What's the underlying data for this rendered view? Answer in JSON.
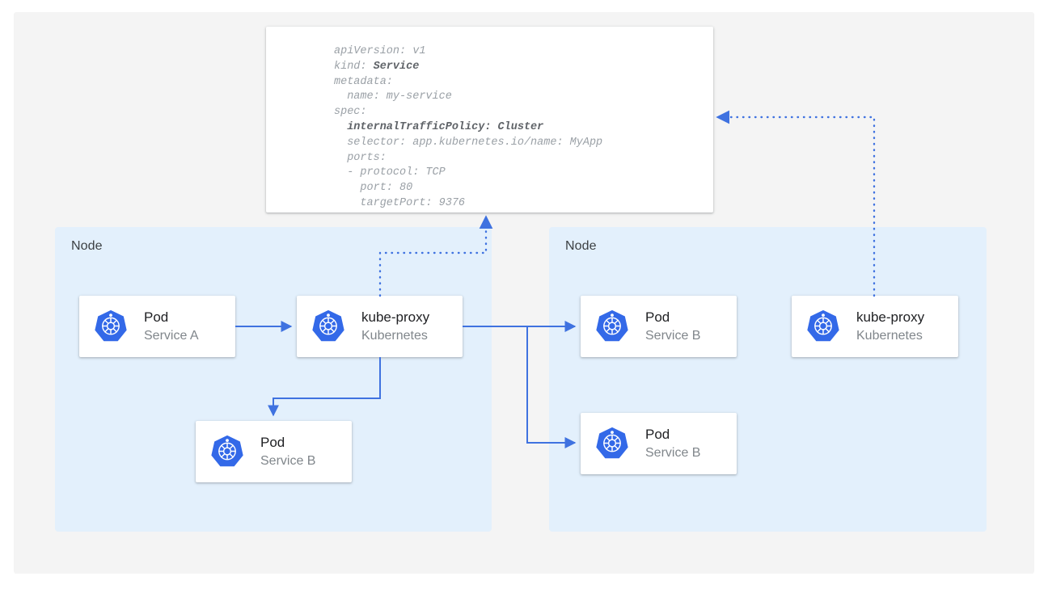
{
  "theme": {
    "canvas_bg": "#f4f4f4",
    "node_bg": "#e3f0fc",
    "card_bg": "#ffffff",
    "accent_blue": "#3f72e0",
    "k8s_blue": "#3369e8",
    "title_color": "#202124",
    "subtitle_color": "#80868b",
    "code_color": "#9aa0a6",
    "code_bold_color": "#5f6368"
  },
  "manifest": {
    "name": "service-yaml",
    "lines": [
      {
        "text": "apiVersion: v1",
        "bold": false
      },
      {
        "prefix": "kind: ",
        "text": "Service",
        "bold_tail": true
      },
      {
        "text": "metadata:",
        "bold": false
      },
      {
        "text": "  name: my-service",
        "bold": false
      },
      {
        "text": "spec:",
        "bold": false
      },
      {
        "text": "  internalTrafficPolicy: Cluster",
        "bold": true
      },
      {
        "text": "  selector: app.kubernetes.io/name: MyApp",
        "bold": false
      },
      {
        "text": "  ports:",
        "bold": false
      },
      {
        "text": "  - protocol: TCP",
        "bold": false
      },
      {
        "text": "    port: 80",
        "bold": false
      },
      {
        "text": "    targetPort: 9376",
        "bold": false
      }
    ]
  },
  "nodes": [
    {
      "id": "node-left",
      "label": "Node"
    },
    {
      "id": "node-right",
      "label": "Node"
    }
  ],
  "cards": {
    "pod_a": {
      "title": "Pod",
      "subtitle": "Service A",
      "icon": "kubernetes-icon"
    },
    "kube_proxy_left": {
      "title": "kube-proxy",
      "subtitle": "Kubernetes",
      "icon": "kubernetes-icon"
    },
    "pod_b_left": {
      "title": "Pod",
      "subtitle": "Service B",
      "icon": "kubernetes-icon"
    },
    "pod_b_top": {
      "title": "Pod",
      "subtitle": "Service B",
      "icon": "kubernetes-icon"
    },
    "pod_b_bottom": {
      "title": "Pod",
      "subtitle": "Service B",
      "icon": "kubernetes-icon"
    },
    "kube_proxy_right": {
      "title": "kube-proxy",
      "subtitle": "Kubernetes",
      "icon": "kubernetes-icon"
    }
  },
  "connectors": [
    {
      "name": "pod-a-to-kube-proxy",
      "style": "solid",
      "from": "pod_a",
      "to": "kube_proxy_left"
    },
    {
      "name": "kube-proxy-to-pod-b-left",
      "style": "solid",
      "from": "kube_proxy_left",
      "to": "pod_b_left"
    },
    {
      "name": "kube-proxy-to-pod-b-top",
      "style": "solid",
      "from": "kube_proxy_left",
      "to": "pod_b_top"
    },
    {
      "name": "kube-proxy-to-pod-b-bottom",
      "style": "solid",
      "from": "kube_proxy_left",
      "to": "pod_b_bottom"
    },
    {
      "name": "kube-proxy-left-to-manifest",
      "style": "dotted",
      "from": "kube_proxy_left",
      "to": "service-yaml"
    },
    {
      "name": "kube-proxy-right-to-manifest",
      "style": "dotted",
      "from": "kube_proxy_right",
      "to": "service-yaml"
    }
  ]
}
